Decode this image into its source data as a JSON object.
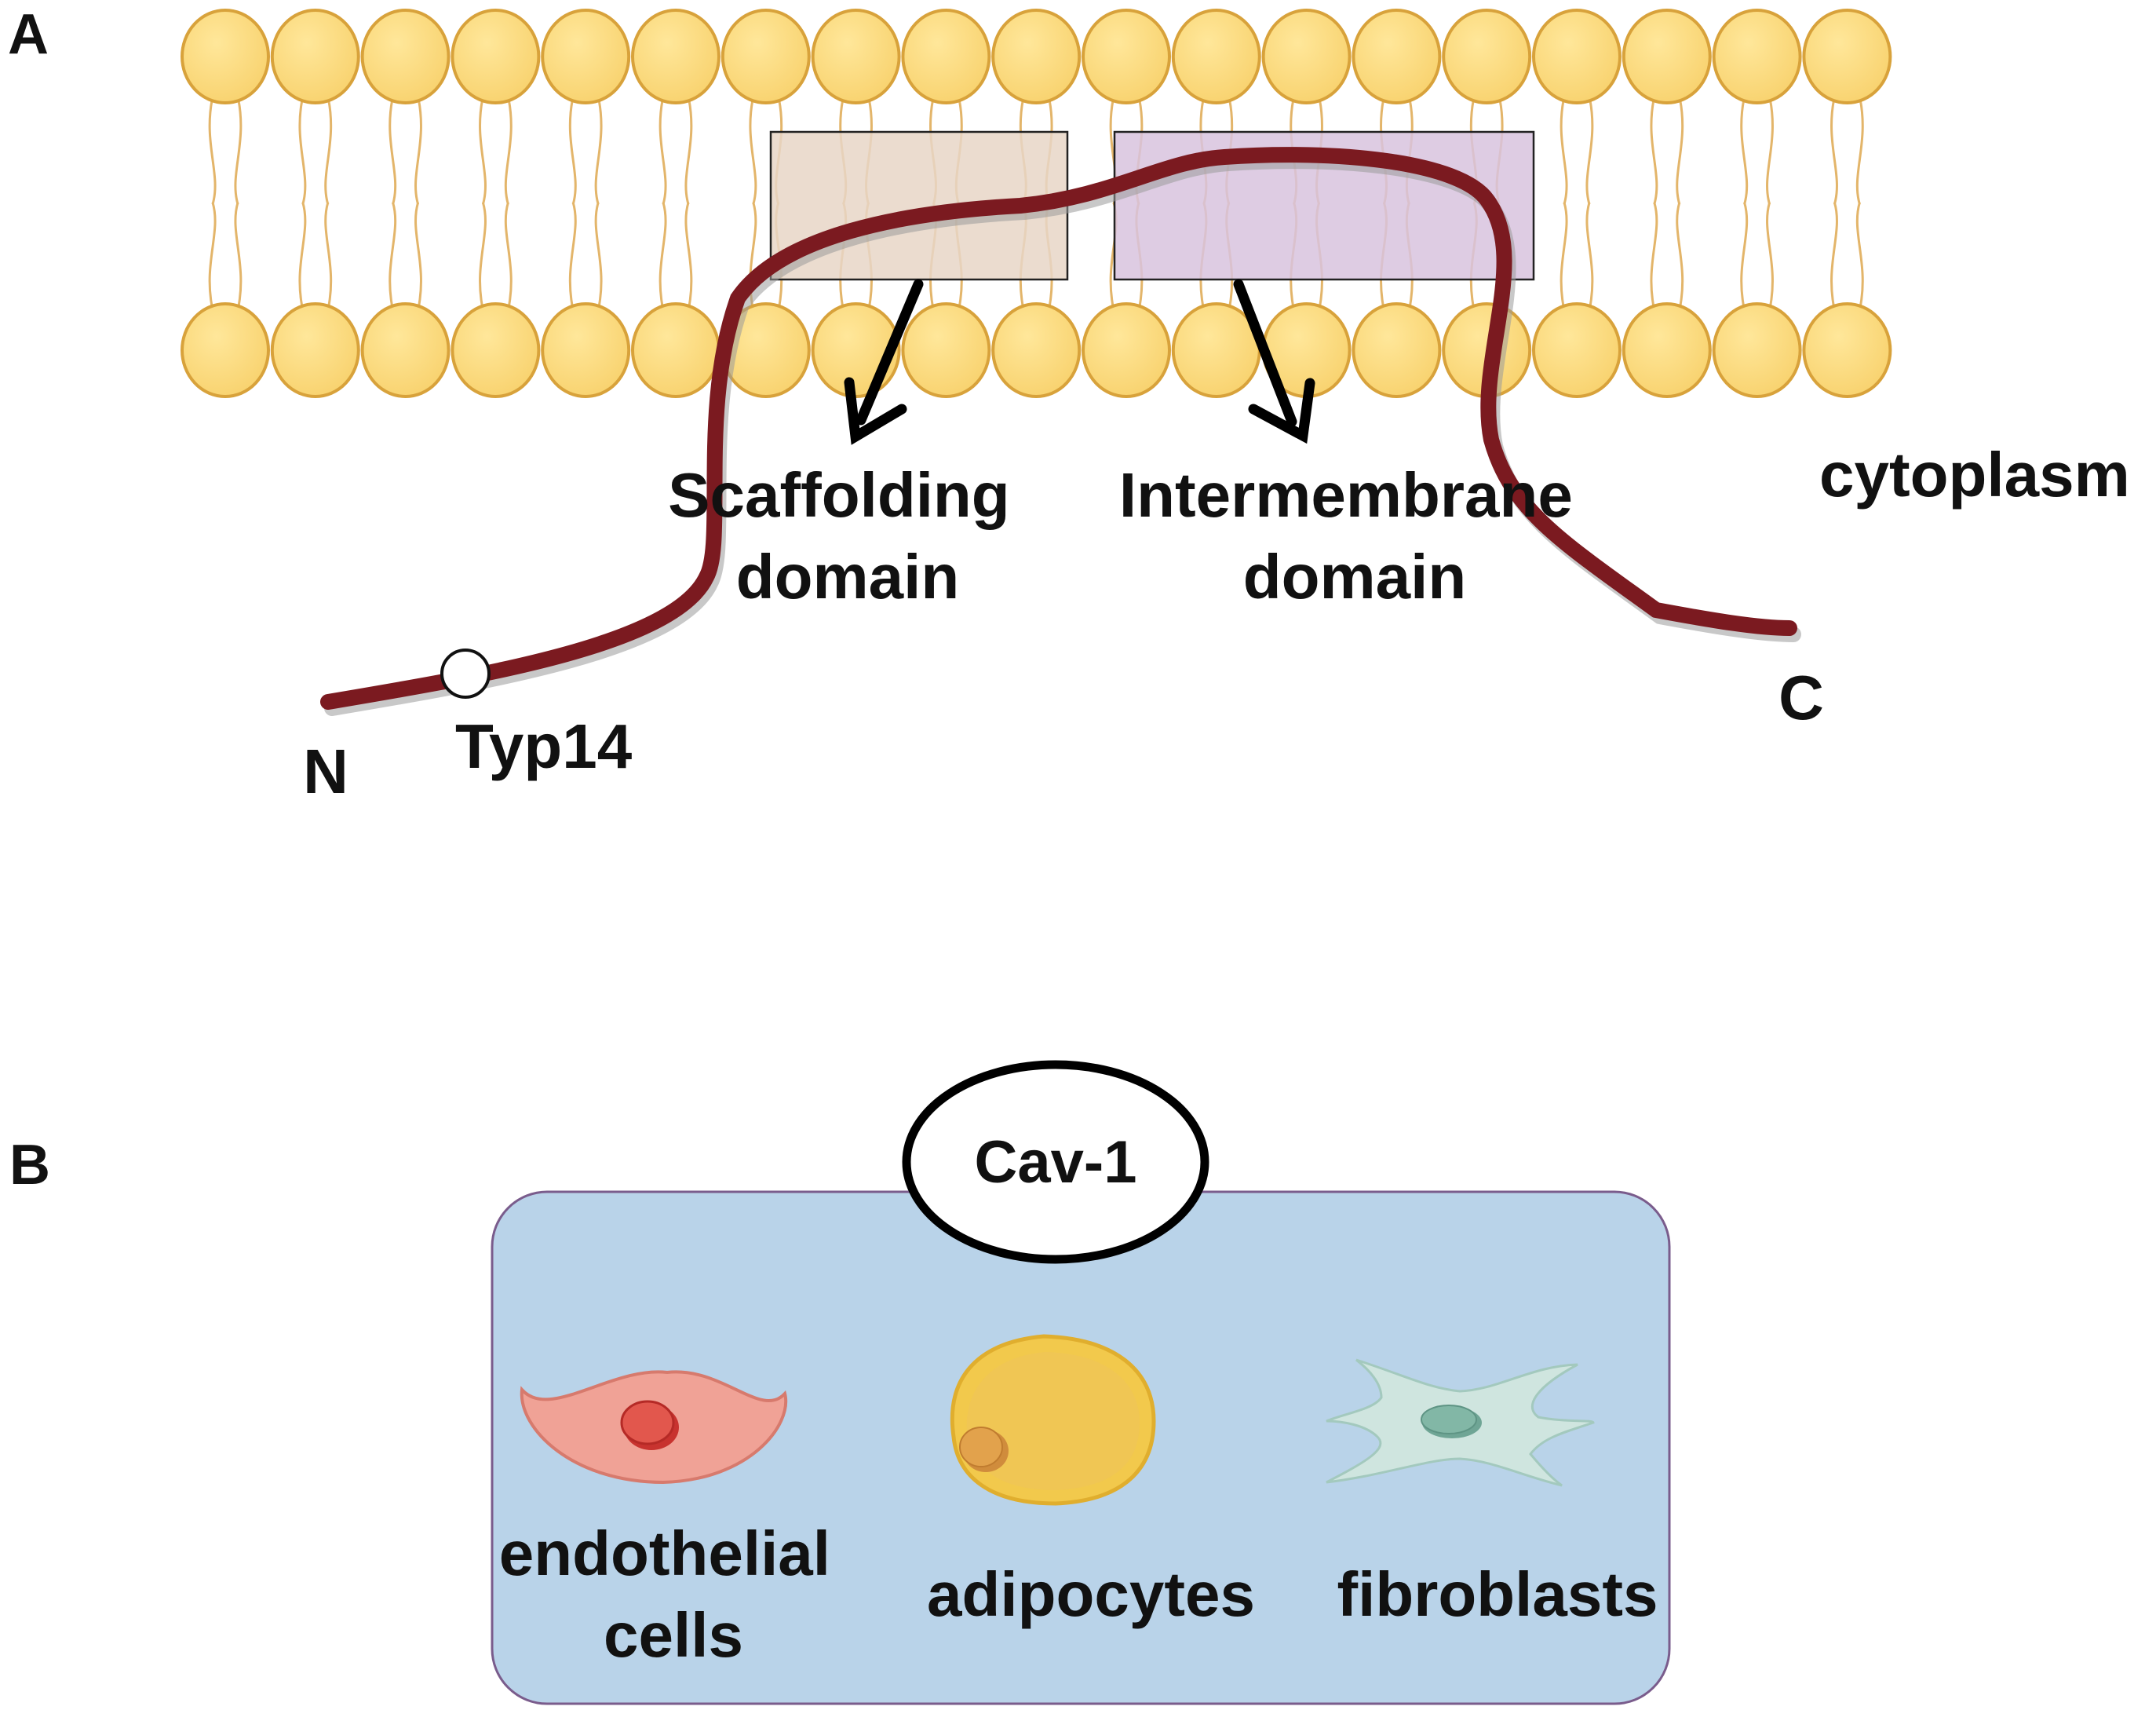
{
  "panels": {
    "a": {
      "letter": "A",
      "scaffolding_label": [
        "Scaffolding",
        "domain"
      ],
      "intermembrane_label": [
        "Intermembrane",
        "domain"
      ],
      "cytoplasm_label": "cytoplasm",
      "n_label": "N",
      "c_label": "C",
      "site_label": "Typ14"
    },
    "b": {
      "letter": "B",
      "protein_label": "Cav-1",
      "cells": [
        {
          "label": [
            "endothelial",
            "cells"
          ],
          "icon": "endothelial-cell-icon"
        },
        {
          "label": [
            "adipocytes"
          ],
          "icon": "adipocyte-icon"
        },
        {
          "label": [
            "fibroblasts"
          ],
          "icon": "fibroblast-icon"
        }
      ]
    }
  },
  "colors": {
    "lipid_head": "#FCDA7B",
    "lipid_head_stroke": "#D8A23B",
    "lipid_tail": "#E3B56A",
    "protein": "#7B1A20",
    "scaffolding_box": "#E8D6C7",
    "intermembrane_box": "#D8C3DE",
    "cell_panel": "#B9D3E9",
    "cell_panel_stroke": "#7A5C8C"
  }
}
